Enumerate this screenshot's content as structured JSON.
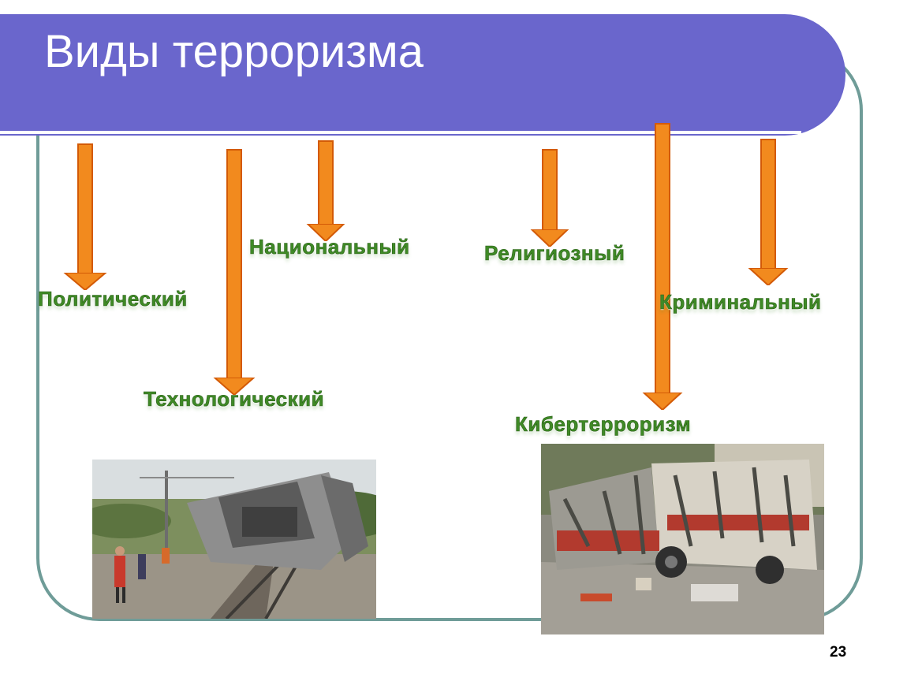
{
  "slide": {
    "title": "Виды терроризма",
    "page_number": "23"
  },
  "types": [
    "Политический",
    "Технологический",
    "Национальный",
    "Религиозный",
    "Кибертерроризм",
    "Криминальный"
  ],
  "colors": {
    "title_bar": "#6a66cc",
    "frame": "#6f9c98",
    "arrow_fill": "#f28a1e",
    "arrow_stroke": "#d35a06",
    "label_text": "#3f8a26"
  }
}
